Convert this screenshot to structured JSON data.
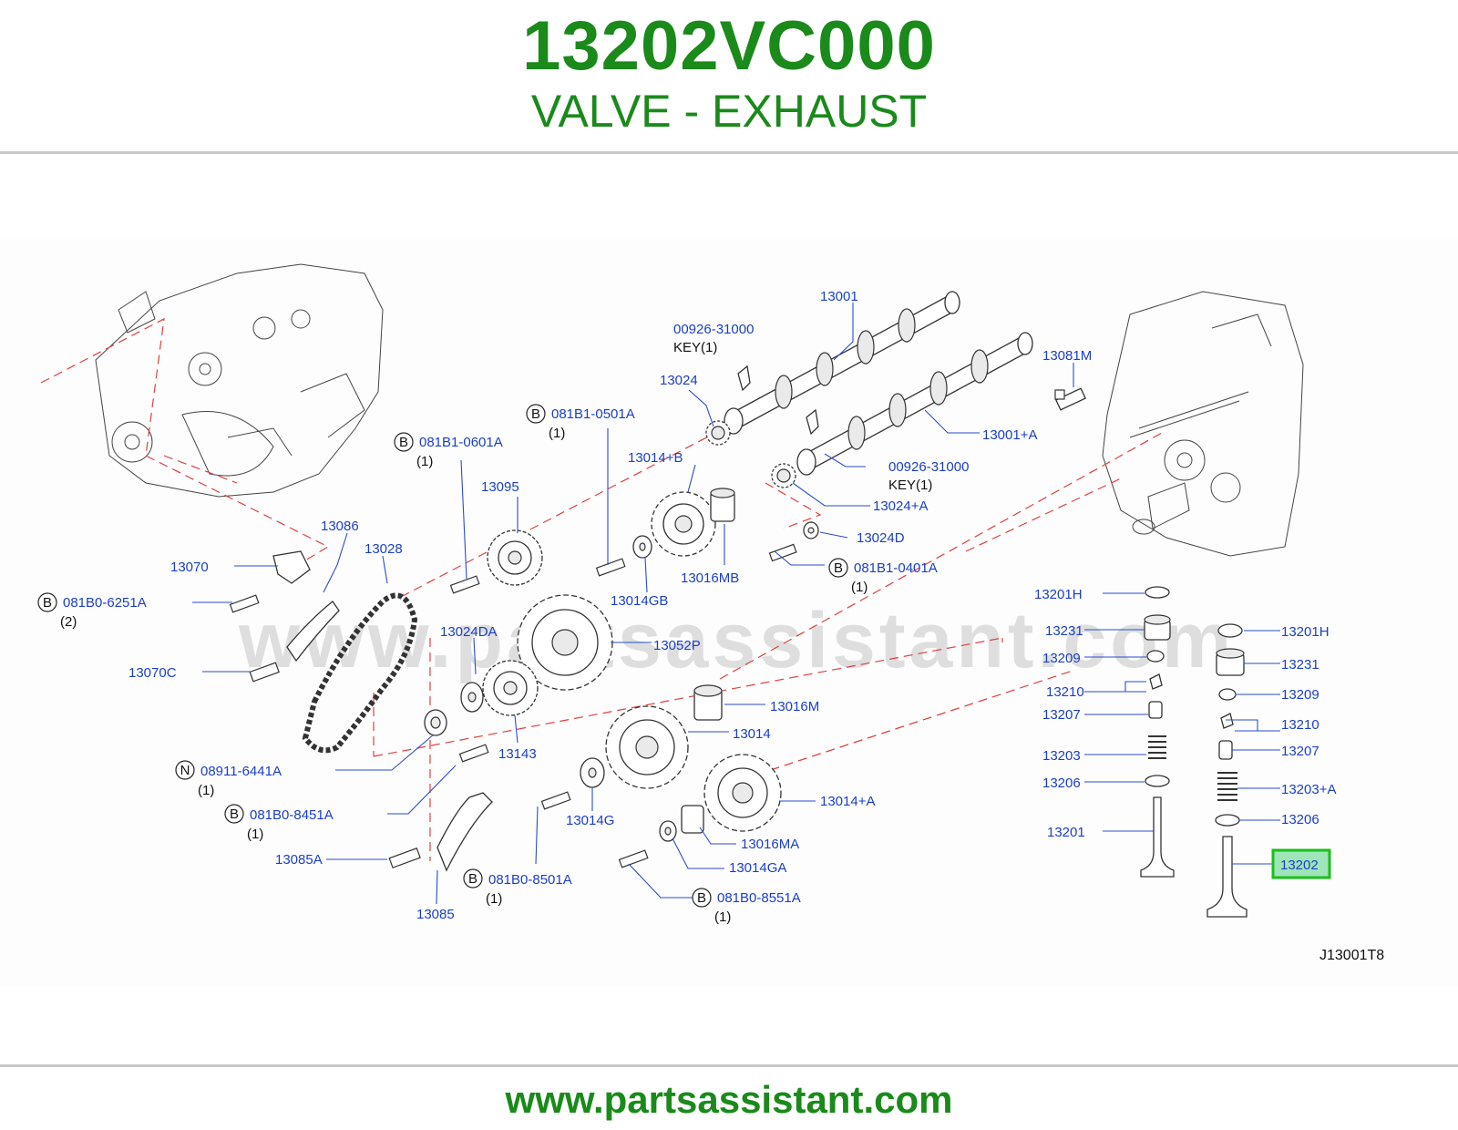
{
  "header": {
    "part_number": "13202VC000",
    "description": "VALVE - EXHAUST"
  },
  "watermark": "www.partsassistant.com",
  "footer": {
    "url": "www.partsassistant.com"
  },
  "diagram": {
    "code": "J13001T8",
    "highlight_label": "13202",
    "labels": {
      "p13001": "13001",
      "p00926a": "00926-31000",
      "key1a": "KEY(1)",
      "p13024": "13024",
      "b0501": "081B1-0501A",
      "q0501": "(1)",
      "b0601": "081B1-0601A",
      "q0601": "(1)",
      "p13081m": "13081M",
      "p13001a": "13001+A",
      "p00926b": "00926-31000",
      "key1b": "KEY(1)",
      "p13014b": "13014+B",
      "p13095": "13095",
      "p13024a": "13024+A",
      "p13024d": "13024D",
      "b0401": "081B1-0401A",
      "q0401": "(1)",
      "p13086": "13086",
      "p13028": "13028",
      "p13070": "13070",
      "b6251": "081B0-6251A",
      "q6251": "(2)",
      "p13014gb": "13014GB",
      "p13016mb": "13016MB",
      "p13024da": "13024DA",
      "p13052p": "13052P",
      "p13070c": "13070C",
      "p13016m": "13016M",
      "p13014": "13014",
      "p13143": "13143",
      "n6441": "08911-6441A",
      "q6441": "(1)",
      "b8451": "081B0-8451A",
      "q8451": "(1)",
      "p13014g": "13014G",
      "p13014a": "13014+A",
      "p13016ma": "13016MA",
      "p13085a": "13085A",
      "p13014ga": "13014GA",
      "b8501": "081B0-8501A",
      "q8501": "(1)",
      "b8551": "081B0-8551A",
      "q8551": "(1)",
      "p13085": "13085",
      "l13201h": "13201H",
      "l13231": "13231",
      "l13209": "13209",
      "l13210": "13210",
      "l13207": "13207",
      "l13203": "13203",
      "l13206": "13206",
      "l13201": "13201",
      "r13201h": "13201H",
      "r13231": "13231",
      "r13209": "13209",
      "r13210": "13210",
      "r13207": "13207",
      "r13203a": "13203+A",
      "r13206": "13206",
      "badge_b": "B",
      "badge_n": "N"
    }
  },
  "colors": {
    "brand_green": "#1a8a1a",
    "label_blue": "#1a3fc8",
    "highlight": "#9ee5b8",
    "dashed": "#e04040"
  }
}
